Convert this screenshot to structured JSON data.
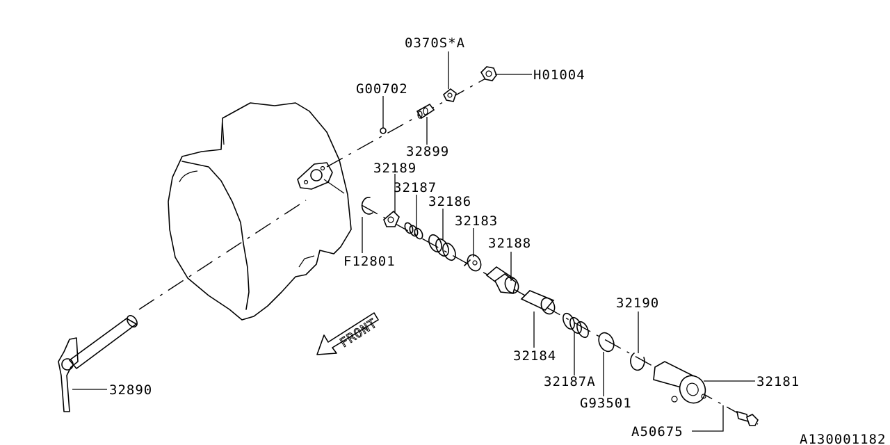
{
  "diagram_id": "A130001182",
  "front_label": "FRONT",
  "callouts": {
    "p0370S_A": "0370S*A",
    "pH01004": "H01004",
    "pG00702": "G00702",
    "p32899": "32899",
    "p32189": "32189",
    "p32187": "32187",
    "p32186": "32186",
    "p32183": "32183",
    "p32188": "32188",
    "pF12801": "F12801",
    "p32184": "32184",
    "p32187A": "32187A",
    "p32190": "32190",
    "p32181": "32181",
    "pG93501": "G93501",
    "pA50675": "A50675",
    "p32890": "32890"
  }
}
